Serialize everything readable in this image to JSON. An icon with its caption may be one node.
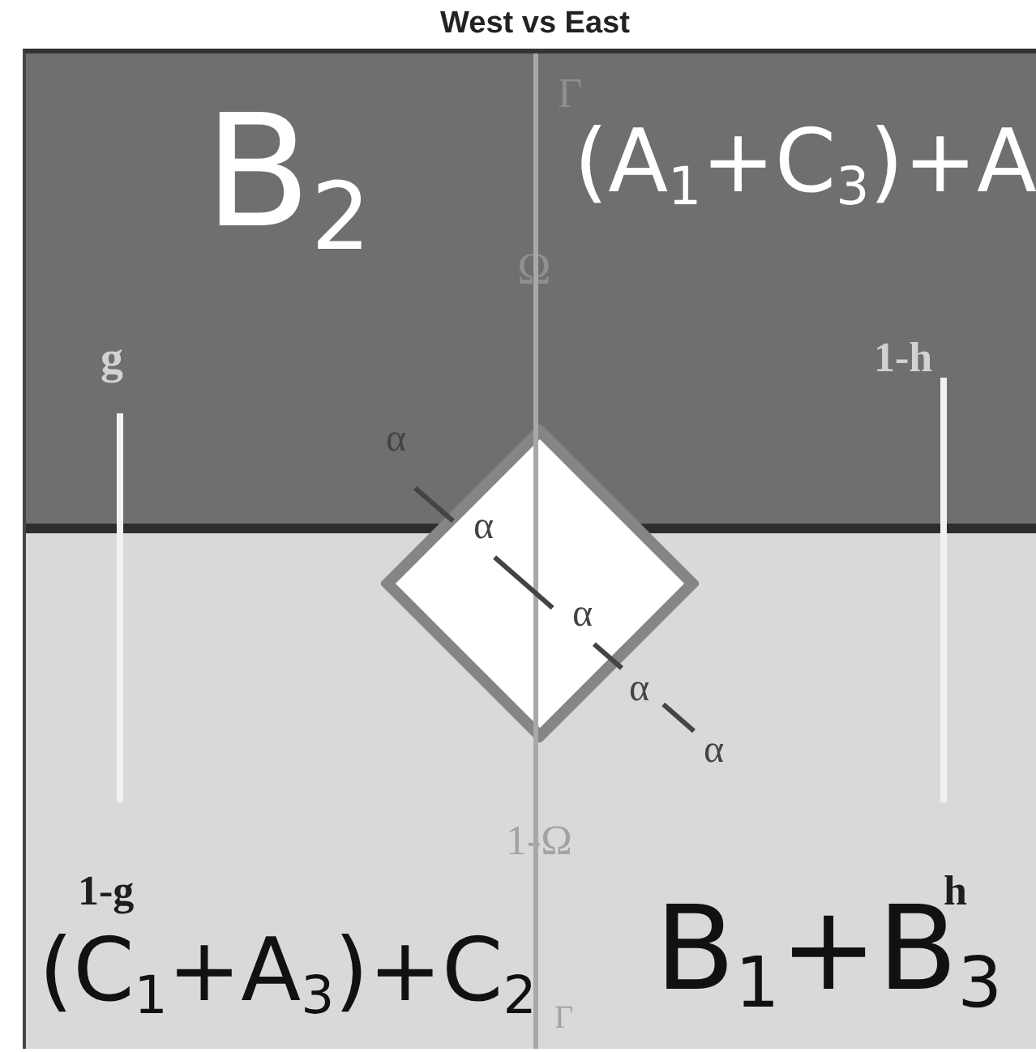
{
  "diagram": {
    "title": "West vs East",
    "nodes": [
      {
        "text": [
          "Γ",
          "B$_{2}$",
          "(A$_{1}$+C$_{3}$)+A$_{2}$",
          "Ω",
          "g",
          "1-h"
        ]
      },
      {
        "text": [
          "1-Ω",
          "1-g",
          "h",
          "(C$_{1}$+A$_{3}$)+C$_{2}$",
          "B$_{1}$+B$_{3}$",
          "Γ"
        ]
      },
      {
        "text": [],
        "shape": "diamond"
      }
    ],
    "labels": [
      "α",
      "α",
      "α",
      "α",
      "α"
    ]
  }
}
